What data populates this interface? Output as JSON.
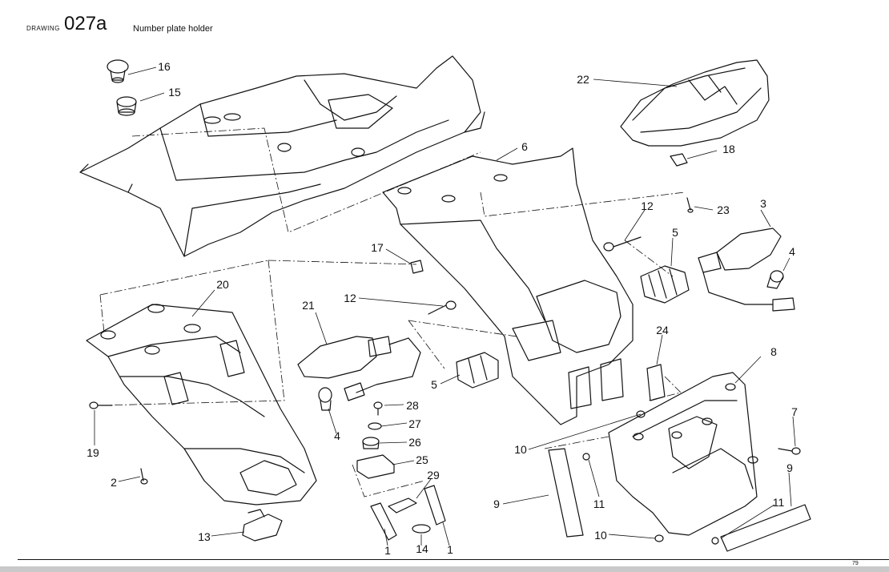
{
  "header": {
    "drawing_label": "DRAWING",
    "drawing_code": "027a",
    "title": "Number plate holder"
  },
  "callouts": [
    {
      "id": "c16",
      "label": "16"
    },
    {
      "id": "c15",
      "label": "15"
    },
    {
      "id": "c22",
      "label": "22"
    },
    {
      "id": "c6",
      "label": "6"
    },
    {
      "id": "c18",
      "label": "18"
    },
    {
      "id": "c23",
      "label": "23"
    },
    {
      "id": "c3",
      "label": "3"
    },
    {
      "id": "c12a",
      "label": "12"
    },
    {
      "id": "c5a",
      "label": "5"
    },
    {
      "id": "c4a",
      "label": "4"
    },
    {
      "id": "c17",
      "label": "17"
    },
    {
      "id": "c20",
      "label": "20"
    },
    {
      "id": "c21",
      "label": "21"
    },
    {
      "id": "c12b",
      "label": "12"
    },
    {
      "id": "c24",
      "label": "24"
    },
    {
      "id": "c8",
      "label": "8"
    },
    {
      "id": "c5b",
      "label": "5"
    },
    {
      "id": "c28",
      "label": "28"
    },
    {
      "id": "c27",
      "label": "27"
    },
    {
      "id": "c26",
      "label": "26"
    },
    {
      "id": "c25",
      "label": "25"
    },
    {
      "id": "c4b",
      "label": "4"
    },
    {
      "id": "c19",
      "label": "19"
    },
    {
      "id": "c2",
      "label": "2"
    },
    {
      "id": "c29",
      "label": "29"
    },
    {
      "id": "c10a",
      "label": "10"
    },
    {
      "id": "c7",
      "label": "7"
    },
    {
      "id": "c9a",
      "label": "9"
    },
    {
      "id": "c11a",
      "label": "11"
    },
    {
      "id": "c9b",
      "label": "9"
    },
    {
      "id": "c11b",
      "label": "11"
    },
    {
      "id": "c13",
      "label": "13"
    },
    {
      "id": "c1a",
      "label": "1"
    },
    {
      "id": "c14",
      "label": "14"
    },
    {
      "id": "c1b",
      "label": "1"
    },
    {
      "id": "c10b",
      "label": "10"
    }
  ],
  "footer": {
    "page_number": "79"
  }
}
